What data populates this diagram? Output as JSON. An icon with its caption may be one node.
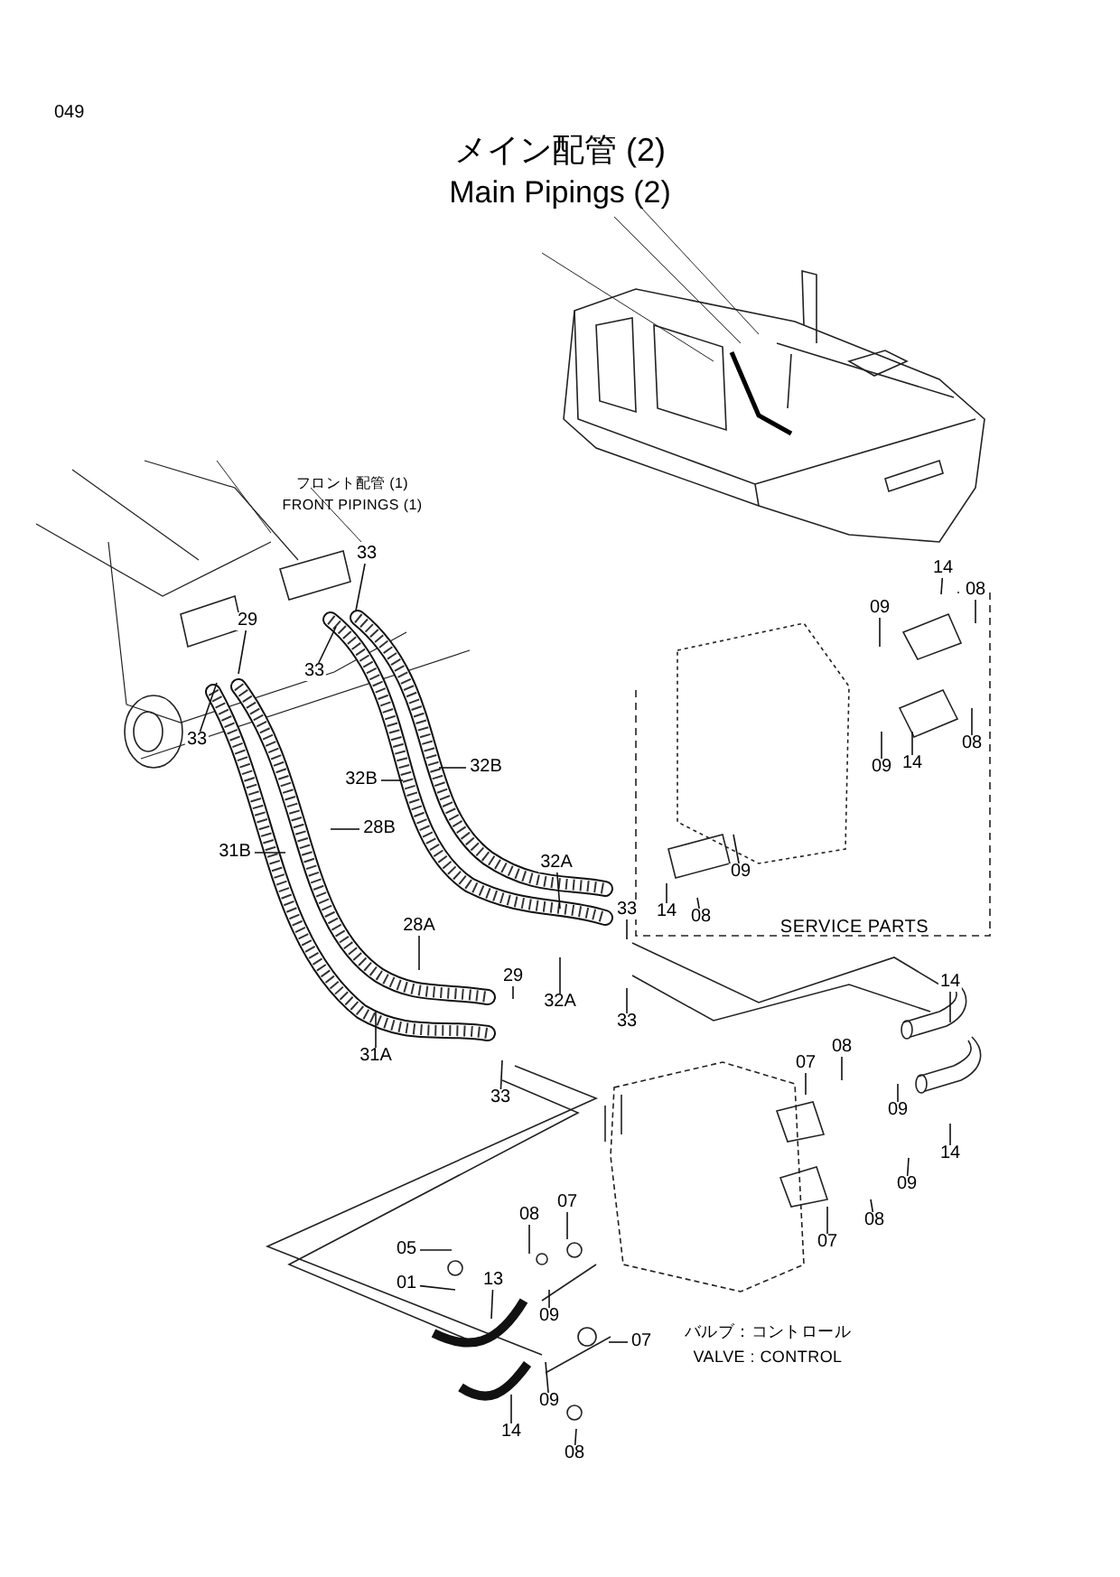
{
  "diagram": {
    "title": "メイン配管 (2)",
    "nodes": [
      {
        "text": [
          "33"
        ]
      },
      {
        "text": [
          "29"
        ]
      },
      {
        "text": [
          "33"
        ]
      },
      {
        "text": [
          "33"
        ]
      },
      {
        "text": [
          "32B"
        ]
      },
      {
        "text": [
          "32B"
        ]
      },
      {
        "text": [
          "28B"
        ]
      },
      {
        "text": [
          "31B"
        ]
      },
      {
        "text": [
          "32A"
        ]
      },
      {
        "text": [
          "33"
        ]
      },
      {
        "text": [
          "28A"
        ]
      },
      {
        "text": [
          "29"
        ]
      },
      {
        "text": [
          "32A"
        ]
      },
      {
        "text": [
          "33"
        ]
      },
      {
        "text": [
          "31A"
        ]
      },
      {
        "text": [
          "33"
        ]
      },
      {
        "text": [
          "14"
        ]
      },
      {
        "text": [
          "08"
        ]
      },
      {
        "text": [
          "09"
        ]
      },
      {
        "text": [
          "08"
        ]
      },
      {
        "text": [
          "09"
        ]
      },
      {
        "text": [
          "14"
        ]
      },
      {
        "text": [
          "09"
        ]
      },
      {
        "text": [
          "14"
        ]
      },
      {
        "text": [
          "08"
        ]
      },
      {
        "text": [
          "14"
        ]
      },
      {
        "text": [
          "08"
        ]
      },
      {
        "text": [
          "07"
        ]
      },
      {
        "text": [
          "09"
        ]
      },
      {
        "text": [
          "14"
        ]
      },
      {
        "text": [
          "09"
        ]
      },
      {
        "text": [
          "08"
        ]
      },
      {
        "text": [
          "07"
        ]
      },
      {
        "text": [
          "07"
        ]
      },
      {
        "text": [
          "08"
        ]
      },
      {
        "text": [
          "07"
        ]
      },
      {
        "text": [
          "05"
        ]
      },
      {
        "text": [
          "01"
        ]
      },
      {
        "text": [
          "13"
        ]
      },
      {
        "text": [
          "09"
        ]
      },
      {
        "text": [
          "09"
        ]
      },
      {
        "text": [
          "14"
        ]
      },
      {
        "text": [
          "08"
        ]
      }
    ],
    "edges": [
      {
        "from": 0,
        "to": null,
        "arrow": "none"
      },
      {
        "from": 1,
        "to": null,
        "arrow": "none"
      },
      {
        "from": 2,
        "to": null,
        "arrow": "none"
      },
      {
        "from": 3,
        "to": null,
        "arrow": "none"
      },
      {
        "from": 4,
        "to": null,
        "arrow": "none"
      },
      {
        "from": 5,
        "to": null,
        "arrow": "none"
      },
      {
        "from": 6,
        "to": null,
        "arrow": "none"
      },
      {
        "from": 7,
        "to": null,
        "arrow": "none"
      },
      {
        "from": 8,
        "to": null,
        "arrow": "none"
      },
      {
        "from": 9,
        "to": null,
        "arrow": "none"
      },
      {
        "from": 10,
        "to": null,
        "arrow": "none"
      },
      {
        "from": 11,
        "to": null,
        "arrow": "none"
      },
      {
        "from": 12,
        "to": null,
        "arrow": "none"
      },
      {
        "from": 13,
        "to": null,
        "arrow": "none"
      },
      {
        "from": 14,
        "to": null,
        "arrow": "none"
      },
      {
        "from": 15,
        "to": null,
        "arrow": "none"
      },
      {
        "from": 16,
        "to": null,
        "arrow": "none"
      },
      {
        "from": 17,
        "to": null,
        "arrow": "none"
      },
      {
        "from": 18,
        "to": null,
        "arrow": "none"
      },
      {
        "from": 19,
        "to": null,
        "arrow": "none"
      },
      {
        "from": 20,
        "to": null,
        "arrow": "none"
      },
      {
        "from": 21,
        "to": null,
        "arrow": "none"
      },
      {
        "from": 22,
        "to": null,
        "arrow": "none"
      },
      {
        "from": 23,
        "to": null,
        "arrow": "none"
      },
      {
        "from": 24,
        "to": null,
        "arrow": "none"
      },
      {
        "from": 25,
        "to": null,
        "arrow": "none"
      },
      {
        "from": 26,
        "to": null,
        "arrow": "none"
      },
      {
        "from": 27,
        "to": null,
        "arrow": "none"
      },
      {
        "from": 28,
        "to": null,
        "arrow": "none"
      },
      {
        "from": 29,
        "to": null,
        "arrow": "none"
      },
      {
        "from": 30,
        "to": null,
        "arrow": "none"
      },
      {
        "from": 31,
        "to": null,
        "arrow": "none"
      },
      {
        "from": 32,
        "to": null,
        "arrow": "none"
      },
      {
        "from": 33,
        "to": null,
        "arrow": "none"
      },
      {
        "from": 34,
        "to": null,
        "arrow": "none"
      },
      {
        "from": 35,
        "to": null,
        "arrow": "none"
      },
      {
        "from": 36,
        "to": null,
        "arrow": "none"
      },
      {
        "from": 37,
        "to": null,
        "arrow": "none"
      },
      {
        "from": 38,
        "to": null,
        "arrow": "none"
      },
      {
        "from": 39,
        "to": null,
        "arrow": "none"
      },
      {
        "from": 40,
        "to": null,
        "arrow": "none"
      },
      {
        "from": 41,
        "to": null,
        "arrow": "none"
      },
      {
        "from": 42,
        "to": null,
        "arrow": "none"
      }
    ],
    "labels": [
      "049",
      "Main Pipings (2)",
      "フロント配管 (1)",
      "FRONT PIPINGS (1)",
      "SERVICE PARTS",
      "バルブ：コントロール",
      "VALVE : CONTROL"
    ]
  }
}
